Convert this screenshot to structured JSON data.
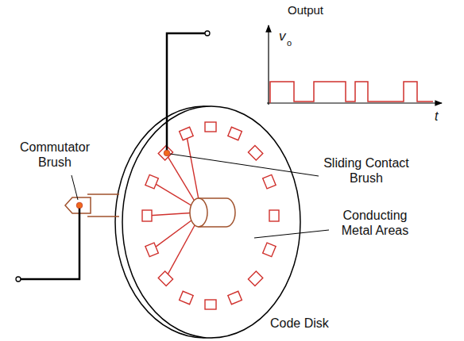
{
  "diagram": {
    "labels": [
      "Output",
      "v",
      "o",
      "t",
      "Commutator Brush",
      "Sliding Contact Brush",
      "Conducting Metal Areas",
      "Code Disk"
    ]
  }
}
